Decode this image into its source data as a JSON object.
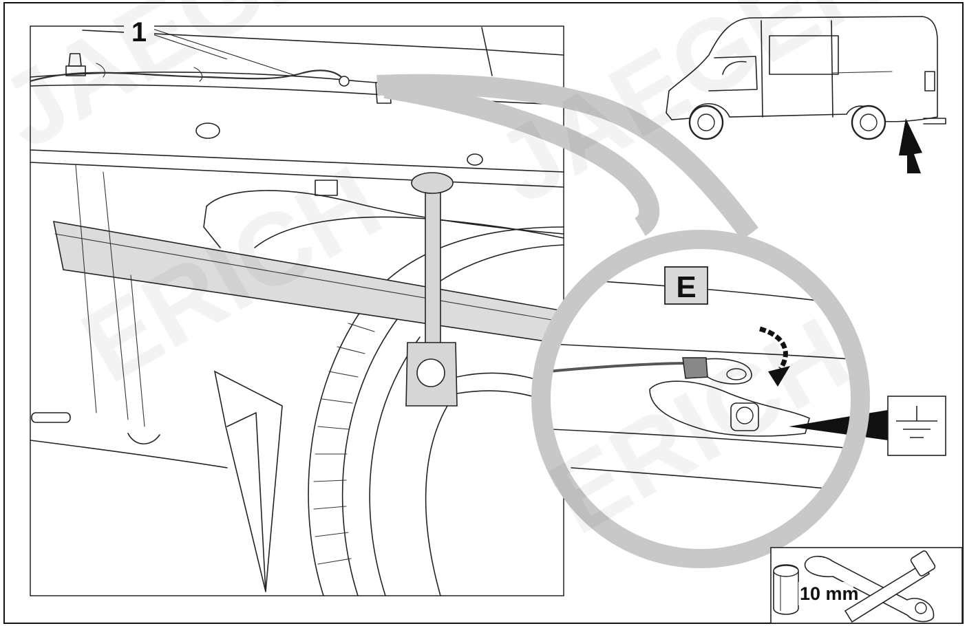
{
  "callout_number": "1",
  "detail_label": "E",
  "tool": {
    "size_label": "10 mm",
    "icons": [
      "socket-icon",
      "ratchet-icon",
      "extension-bar-icon"
    ]
  },
  "ground_symbol": "ground-icon",
  "watermark": {
    "text": "JAEGER",
    "text_2": "ERICH"
  },
  "colors": {
    "line": "#222222",
    "callout_band": "#c8c8c8",
    "frame_fill": "#dcdcdc",
    "label_box": "#d9d9d9"
  }
}
